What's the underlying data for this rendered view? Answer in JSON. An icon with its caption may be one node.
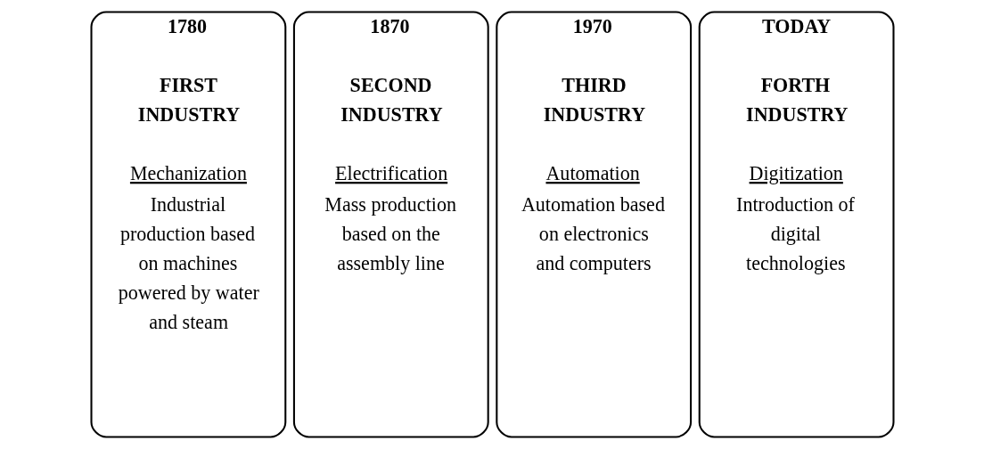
{
  "diagram": {
    "nodes": [
      {
        "text": [
          "1780",
          "FIRST INDUSTRY",
          "Mechanization",
          "Industrial production based on machines powered by water and steam"
        ]
      },
      {
        "text": [
          "1870",
          "SECOND INDUSTRY",
          "Electrification",
          "Mass production based on the assembly line"
        ]
      },
      {
        "text": [
          "1970",
          "THIRD INDUSTRY",
          "Automation",
          "Automation based on electronics and computers"
        ]
      },
      {
        "text": [
          "TODAY",
          "FORTH INDUSTRY",
          "Digitization",
          "Introduction of digital technologies"
        ]
      }
    ]
  }
}
